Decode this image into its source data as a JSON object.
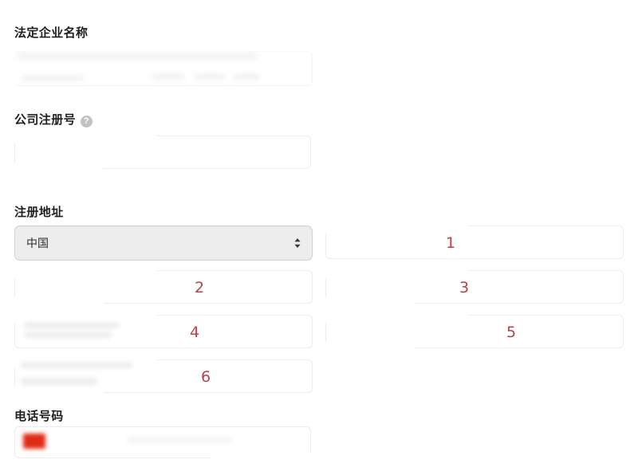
{
  "form": {
    "legal_name": {
      "label": "法定企业名称",
      "value": "",
      "placeholder": ""
    },
    "registration_number": {
      "label": "公司注册号",
      "help_icon": "help-circle-icon",
      "help_glyph": "?",
      "value": "",
      "placeholder": ""
    },
    "registered_address": {
      "label": "注册地址",
      "country_select": {
        "value": "中国",
        "icon": "up-down-chevron-icon"
      },
      "fields": [
        {
          "marker": "1",
          "value": "",
          "placeholder": ""
        },
        {
          "marker": "2",
          "value": "",
          "placeholder": ""
        },
        {
          "marker": "3",
          "value": "",
          "placeholder": ""
        },
        {
          "marker": "4",
          "value": "",
          "placeholder": ""
        },
        {
          "marker": "5",
          "value": "",
          "placeholder": ""
        },
        {
          "marker": "6",
          "value": "",
          "placeholder": ""
        }
      ]
    },
    "phone_number": {
      "label": "电话号码",
      "flag_icon": "china-flag-icon",
      "value": "",
      "placeholder": ""
    }
  },
  "colors": {
    "marker_red": "#b8414b",
    "flag_red": "#e02b14",
    "label_text": "#1f1f1f",
    "input_border": "#d6d6d6",
    "select_background": "#ededed",
    "page_background": "#ffffff"
  }
}
